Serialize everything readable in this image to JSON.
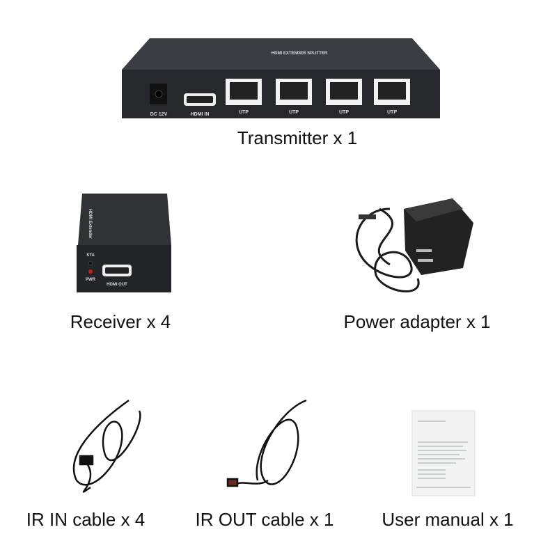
{
  "items": [
    {
      "caption": "Transmitter x 1",
      "labels": {
        "power": "DC 12V",
        "hdmi": "HDMI IN",
        "ports": [
          "UTP",
          "UTP",
          "UTP",
          "UTP"
        ],
        "top": "HDMI EXTENDER SPLITTER"
      }
    },
    {
      "caption": "Receiver x 4",
      "labels": {
        "sta": "STA",
        "pwr": "PWR",
        "hdmi": "HDMI OUT",
        "side": "HDMI Extender"
      }
    },
    {
      "caption": "Power adapter x 1"
    },
    {
      "caption": "IR IN cable x 4"
    },
    {
      "caption": "IR OUT cable x 1"
    },
    {
      "caption": "User manual x 1"
    }
  ],
  "colors": {
    "device": "#26282b",
    "led": "#c0201c",
    "manual": "#f3f3f3"
  }
}
